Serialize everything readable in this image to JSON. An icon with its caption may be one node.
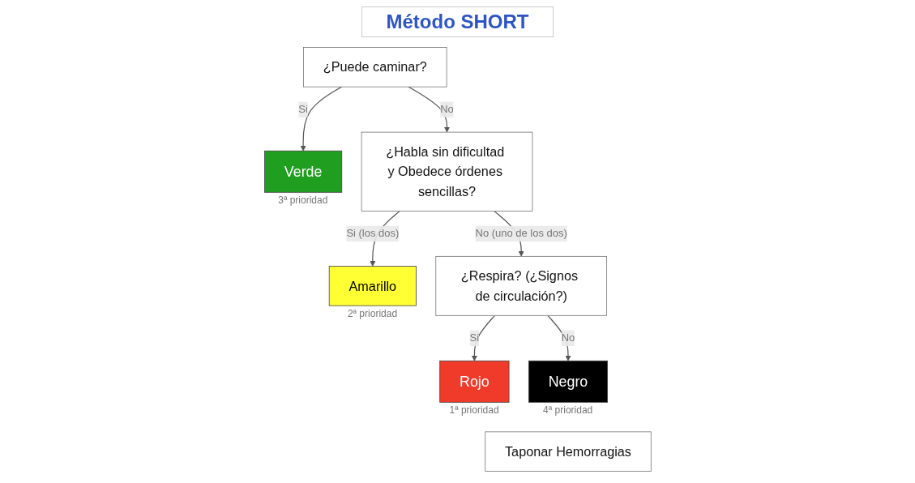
{
  "diagram": {
    "title": "Método SHORT",
    "nodes": [
      {
        "text": [
          "¿Puede caminar?"
        ]
      },
      {
        "text": [
          "Verde"
        ],
        "beside": [
          "3ª prioridad"
        ]
      },
      {
        "text": [
          "¿Habla sin dificultad y Obedece órdenes sencillas?"
        ]
      },
      {
        "text": [
          "Amarillo"
        ],
        "beside": [
          "2ª prioridad"
        ]
      },
      {
        "text": [
          "¿Respira? (¿Signos de circulación?)"
        ]
      },
      {
        "text": [
          "Rojo"
        ],
        "beside": [
          "1ª prioridad"
        ]
      },
      {
        "text": [
          "Negro"
        ],
        "beside": [
          "4ª prioridad"
        ]
      },
      {
        "text": [
          "Taponar Hemorragias"
        ]
      }
    ],
    "edges": [
      {
        "from": 0,
        "to": 1,
        "arrow": "to",
        "label": "Si"
      },
      {
        "from": 0,
        "to": 2,
        "arrow": "to",
        "label": "No"
      },
      {
        "from": 2,
        "to": 3,
        "arrow": "to",
        "label": "Si (los dos)"
      },
      {
        "from": 2,
        "to": 4,
        "arrow": "to",
        "label": "No (uno de los dos)"
      },
      {
        "from": 4,
        "to": 5,
        "arrow": "to",
        "label": "Si"
      },
      {
        "from": 4,
        "to": 6,
        "arrow": "to",
        "label": "No"
      }
    ]
  }
}
